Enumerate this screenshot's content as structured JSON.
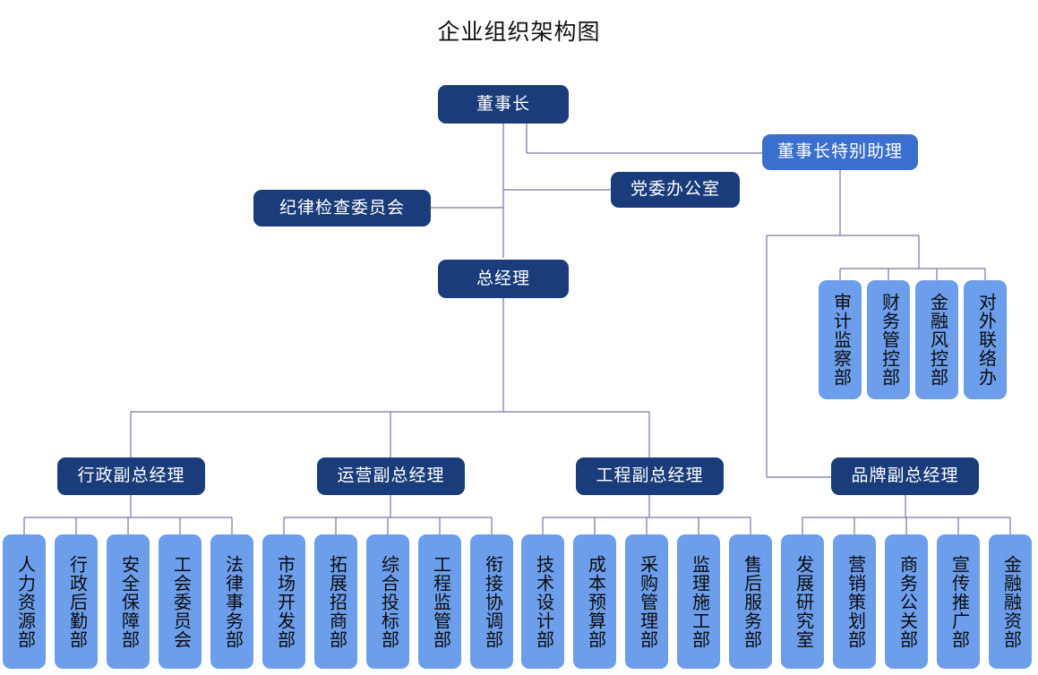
{
  "title": "企业组织架构图",
  "palette": {
    "exec_fill": "#1b3c7a",
    "assistant_fill": "#3a6fce",
    "dept_fill": "#6d9eeb",
    "connector": "#7a74a4",
    "background": "#ffffff",
    "exec_text": "#ffffff",
    "dept_text": "#0b0b0b",
    "title_text": "#111111"
  },
  "chart_data": {
    "type": "diagram",
    "diagram_type": "org-chart",
    "title": "企业组织架构图",
    "orientation": "top-down",
    "levels": 4,
    "node_count": 29,
    "nodes": [
      {
        "id": "chairman",
        "label": "董事长",
        "level": 0,
        "style": "exec",
        "parent": null
      },
      {
        "id": "chairman-assistant",
        "label": "董事长特别助理",
        "level": 1,
        "style": "assistant",
        "parent": "chairman"
      },
      {
        "id": "party-office",
        "label": "党委办公室",
        "level": 1,
        "style": "exec",
        "parent": "chairman"
      },
      {
        "id": "discipline-committee",
        "label": "纪律检查委员会",
        "level": 1,
        "style": "exec",
        "parent": "chairman"
      },
      {
        "id": "general-manager",
        "label": "总经理",
        "level": 1,
        "style": "exec",
        "parent": "chairman"
      },
      {
        "id": "audit-dept",
        "label": "审计监察部",
        "level": 2,
        "style": "dept",
        "parent": "chairman-assistant"
      },
      {
        "id": "finance-control-dept",
        "label": "财务管控部",
        "level": 2,
        "style": "dept",
        "parent": "chairman-assistant"
      },
      {
        "id": "financial-risk-dept",
        "label": "金融风控部",
        "level": 2,
        "style": "dept",
        "parent": "chairman-assistant"
      },
      {
        "id": "external-liaison-office",
        "label": "对外联络办",
        "level": 2,
        "style": "dept",
        "parent": "chairman-assistant"
      },
      {
        "id": "vp-admin",
        "label": "行政副总经理",
        "level": 2,
        "style": "exec",
        "parent": "general-manager"
      },
      {
        "id": "vp-operations",
        "label": "运营副总经理",
        "level": 2,
        "style": "exec",
        "parent": "general-manager"
      },
      {
        "id": "vp-engineering",
        "label": "工程副总经理",
        "level": 2,
        "style": "exec",
        "parent": "general-manager"
      },
      {
        "id": "vp-brand",
        "label": "品牌副总经理",
        "level": 2,
        "style": "exec",
        "parent": "chairman-assistant"
      },
      {
        "id": "hr-dept",
        "label": "人力资源部",
        "level": 3,
        "style": "dept",
        "parent": "vp-admin"
      },
      {
        "id": "admin-logistics-dept",
        "label": "行政后勤部",
        "level": 3,
        "style": "dept",
        "parent": "vp-admin"
      },
      {
        "id": "safety-dept",
        "label": "安全保障部",
        "level": 3,
        "style": "dept",
        "parent": "vp-admin"
      },
      {
        "id": "union-committee",
        "label": "工会委员会",
        "level": 3,
        "style": "dept",
        "parent": "vp-admin"
      },
      {
        "id": "legal-affairs-dept",
        "label": "法律事务部",
        "level": 3,
        "style": "dept",
        "parent": "vp-admin"
      },
      {
        "id": "market-development-dept",
        "label": "市场开发部",
        "level": 3,
        "style": "dept",
        "parent": "vp-operations"
      },
      {
        "id": "expansion-investment-dept",
        "label": "拓展招商部",
        "level": 3,
        "style": "dept",
        "parent": "vp-operations"
      },
      {
        "id": "bidding-dept",
        "label": "综合投标部",
        "level": 3,
        "style": "dept",
        "parent": "vp-operations"
      },
      {
        "id": "engineering-supervision-dept",
        "label": "工程监管部",
        "level": 3,
        "style": "dept",
        "parent": "vp-operations"
      },
      {
        "id": "coordination-dept",
        "label": "衔接协调部",
        "level": 3,
        "style": "dept",
        "parent": "vp-operations"
      },
      {
        "id": "technical-design-dept",
        "label": "技术设计部",
        "level": 3,
        "style": "dept",
        "parent": "vp-engineering"
      },
      {
        "id": "cost-budget-dept",
        "label": "成本预算部",
        "level": 3,
        "style": "dept",
        "parent": "vp-engineering"
      },
      {
        "id": "procurement-dept",
        "label": "采购管理部",
        "level": 3,
        "style": "dept",
        "parent": "vp-engineering"
      },
      {
        "id": "construction-supervision-dept",
        "label": "监理施工部",
        "level": 3,
        "style": "dept",
        "parent": "vp-engineering"
      },
      {
        "id": "after-sales-dept",
        "label": "售后服务部",
        "level": 3,
        "style": "dept",
        "parent": "vp-engineering"
      },
      {
        "id": "development-research-office",
        "label": "发展研究室",
        "level": 3,
        "style": "dept",
        "parent": "vp-brand"
      },
      {
        "id": "marketing-planning-dept",
        "label": "营销策划部",
        "level": 3,
        "style": "dept",
        "parent": "vp-brand"
      },
      {
        "id": "business-pr-dept",
        "label": "商务公关部",
        "level": 3,
        "style": "dept",
        "parent": "vp-brand"
      },
      {
        "id": "promotion-dept",
        "label": "宣传推广部",
        "level": 3,
        "style": "dept",
        "parent": "vp-brand"
      },
      {
        "id": "financing-dept",
        "label": "金融融资部",
        "level": 3,
        "style": "dept",
        "parent": "vp-brand"
      }
    ]
  },
  "nodes": {
    "chairman": "董事长",
    "chairman_assistant": "董事长特别助理",
    "party_office": "党委办公室",
    "discipline_committee": "纪律检查委员会",
    "general_manager": "总经理",
    "audit_dept": "审计监察部",
    "finance_control_dept": "财务管控部",
    "financial_risk_dept": "金融风控部",
    "external_liaison_office": "对外联络办",
    "vp_admin": "行政副总经理",
    "vp_operations": "运营副总经理",
    "vp_engineering": "工程副总经理",
    "vp_brand": "品牌副总经理",
    "hr_dept": "人力资源部",
    "admin_logistics_dept": "行政后勤部",
    "safety_dept": "安全保障部",
    "union_committee": "工会委员会",
    "legal_affairs_dept": "法律事务部",
    "market_development_dept": "市场开发部",
    "expansion_investment_dept": "拓展招商部",
    "bidding_dept": "综合投标部",
    "engineering_supervision_dept": "工程监管部",
    "coordination_dept": "衔接协调部",
    "technical_design_dept": "技术设计部",
    "cost_budget_dept": "成本预算部",
    "procurement_dept": "采购管理部",
    "construction_supervision_dept": "监理施工部",
    "after_sales_dept": "售后服务部",
    "development_research_office": "发展研究室",
    "marketing_planning_dept": "营销策划部",
    "business_pr_dept": "商务公关部",
    "promotion_dept": "宣传推广部",
    "financing_dept": "金融融资部"
  }
}
